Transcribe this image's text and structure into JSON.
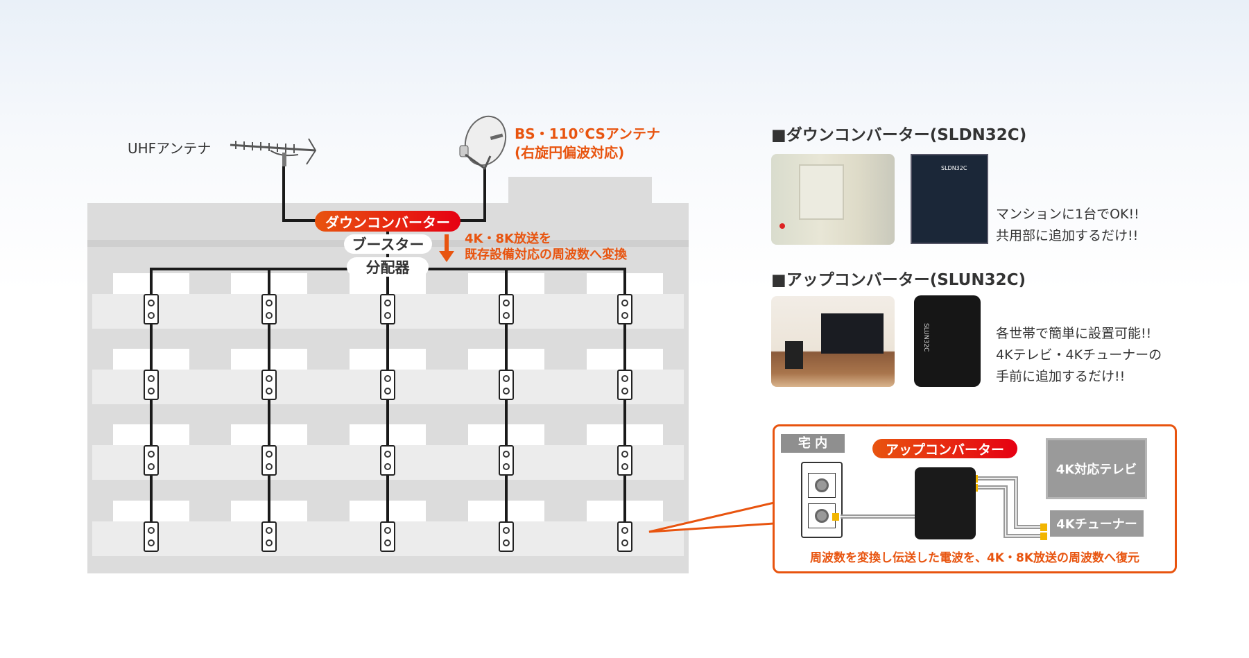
{
  "diagram": {
    "uhf_label": "UHFアンテナ",
    "bs_label_line1": "BS・110°CSアンテナ",
    "bs_label_line2": "(右旋円偏波対応)",
    "down_converter": "ダウンコンバーター",
    "booster": "ブースター",
    "splitter": "分配器",
    "convert_line1": "4K・8K放送を",
    "convert_line2": "既存設備対応の周波数へ変換"
  },
  "products": [
    {
      "heading": "■ダウンコンバーター(SLDN32C)",
      "device_label": "SLDN32C",
      "lines": [
        "マンションに1台でOK!!",
        "共用部に追加するだけ!!"
      ]
    },
    {
      "heading": "■アップコンバーター(SLUN32C)",
      "device_label": "SLUN32C",
      "lines": [
        "各世帯で簡単に設置可能!!",
        "4Kテレビ・4Kチューナーの",
        "手前に追加するだけ!!"
      ]
    }
  ],
  "home": {
    "label": "宅 内",
    "up_converter": "アップコンバーター",
    "tv": "4K対応テレビ",
    "tuner": "4Kチューナー",
    "caption": "周波数を変換し伝送した電波を、4K・8K放送の周波数へ復元"
  },
  "colors": {
    "accent": "#e8540f",
    "red": "#e60012"
  }
}
